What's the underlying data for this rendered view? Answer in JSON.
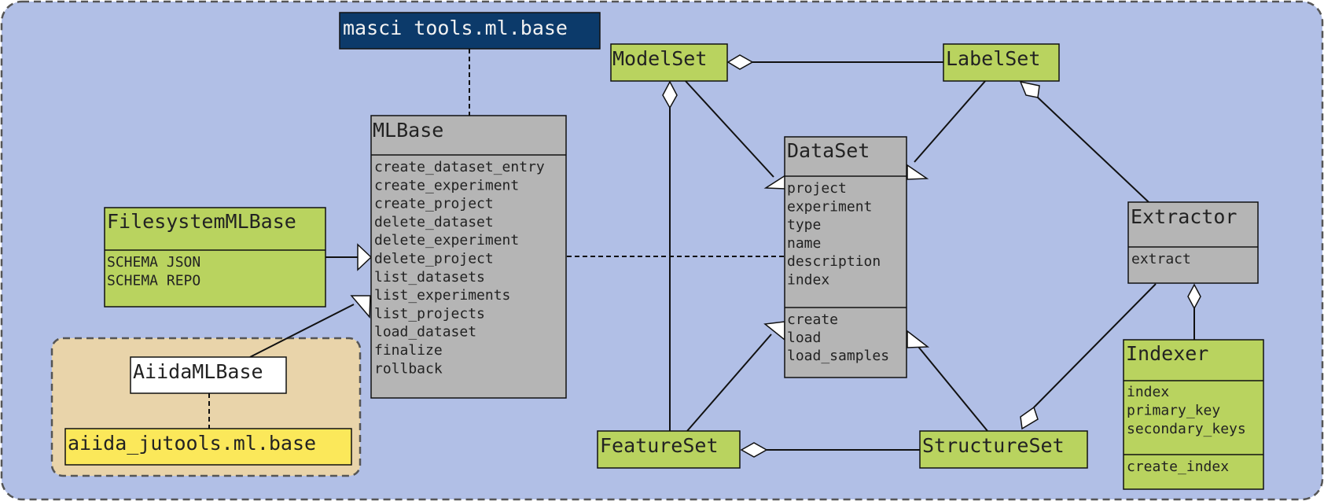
{
  "colors": {
    "background": "#b1bfe6",
    "package": "#e9d4aa",
    "class_green": "#b9d35f",
    "class_gray": "#b5b5b5",
    "module_dark": "#0c3a6a",
    "module_yellow": "#fbe85a",
    "white": "#ffffff"
  },
  "modules": {
    "masci": "masci tools.ml.base",
    "aiida_jutools": "aiida_jutools.ml.base"
  },
  "classes": {
    "mlbase": {
      "name": "MLBase",
      "members": [
        "create_dataset_entry",
        "create_experiment",
        "create_project",
        "delete_dataset",
        "delete_experiment",
        "delete_project",
        "list_datasets",
        "list_experiments",
        "list_projects",
        "load_dataset",
        "finalize",
        "rollback"
      ]
    },
    "filesystem": {
      "name": "FilesystemMLBase",
      "members": [
        "SCHEMA JSON",
        "SCHEMA REPO"
      ]
    },
    "aiida": {
      "name": "AiidaMLBase"
    },
    "dataset": {
      "name": "DataSet",
      "attributes": [
        "project",
        "experiment",
        "type",
        "name",
        "description",
        "index"
      ],
      "methods": [
        "create",
        "load",
        "load_samples"
      ]
    },
    "modelset": {
      "name": "ModelSet"
    },
    "labelset": {
      "name": "LabelSet"
    },
    "featureset": {
      "name": "FeatureSet"
    },
    "structureset": {
      "name": "StructureSet"
    },
    "extractor": {
      "name": "Extractor",
      "methods": [
        "extract"
      ]
    },
    "indexer": {
      "name": "Indexer",
      "attributes": [
        "index",
        "primary_key",
        "secondary_keys"
      ],
      "methods": [
        "create_index"
      ]
    }
  }
}
